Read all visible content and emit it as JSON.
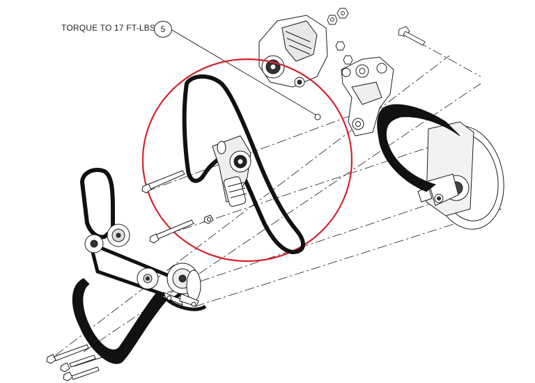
{
  "callout": {
    "text": "TORQUE TO 17 FT-LBS",
    "number": "5"
  },
  "colors": {
    "line": "#1a1a1a",
    "belt": "#111111",
    "highlight_circle": "#d3222a",
    "background": "#ffffff"
  },
  "icons": {
    "highlight": "red-circle-highlight",
    "belts": "serpentine-belt",
    "alternator": "alternator-icon",
    "tensioner": "belt-tensioner-icon",
    "pump": "water-pump-icon"
  }
}
